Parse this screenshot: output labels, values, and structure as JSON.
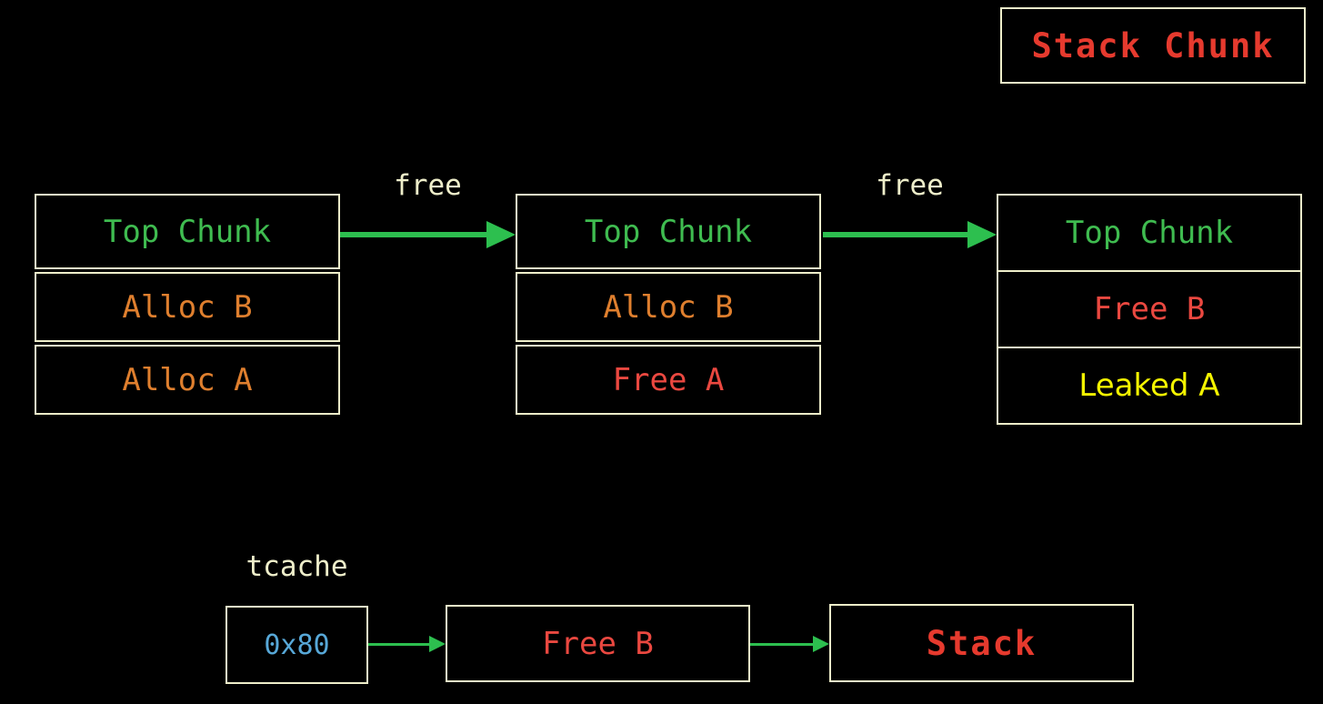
{
  "colors": {
    "background": "#000000",
    "border": "#eeeeca",
    "cream_text": "#eeeeca",
    "green": "#3fbc50",
    "arrow_green": "#2dbf4f",
    "orange": "#df7f2e",
    "red": "#ea4840",
    "bold_red": "#e63a2e",
    "yellow": "#f4f400",
    "blue": "#57a8d8"
  },
  "legend": {
    "label": "Stack Chunk"
  },
  "stacks": [
    {
      "rows": [
        {
          "label": "Top Chunk",
          "color": "#3fbc50"
        },
        {
          "label": "Alloc B",
          "color": "#df7f2e"
        },
        {
          "label": "Alloc A",
          "color": "#df7f2e"
        }
      ]
    },
    {
      "rows": [
        {
          "label": "Top Chunk",
          "color": "#3fbc50"
        },
        {
          "label": "Alloc B",
          "color": "#df7f2e"
        },
        {
          "label": "Free A",
          "color": "#ea4840"
        }
      ]
    },
    {
      "rows": [
        {
          "label": "Top Chunk",
          "color": "#3fbc50"
        },
        {
          "label": "Free B",
          "color": "#ea4840"
        },
        {
          "label": "Leaked A",
          "color": "#f4f400"
        }
      ]
    }
  ],
  "arrows": [
    {
      "label": "free"
    },
    {
      "label": "free"
    }
  ],
  "tcache": {
    "title": "tcache",
    "bin_label": "0x80",
    "bin_color": "#57a8d8",
    "nodes": [
      {
        "label": "Free B",
        "color": "#ea4840"
      },
      {
        "label": "Stack",
        "color": "#e63a2e"
      }
    ]
  }
}
